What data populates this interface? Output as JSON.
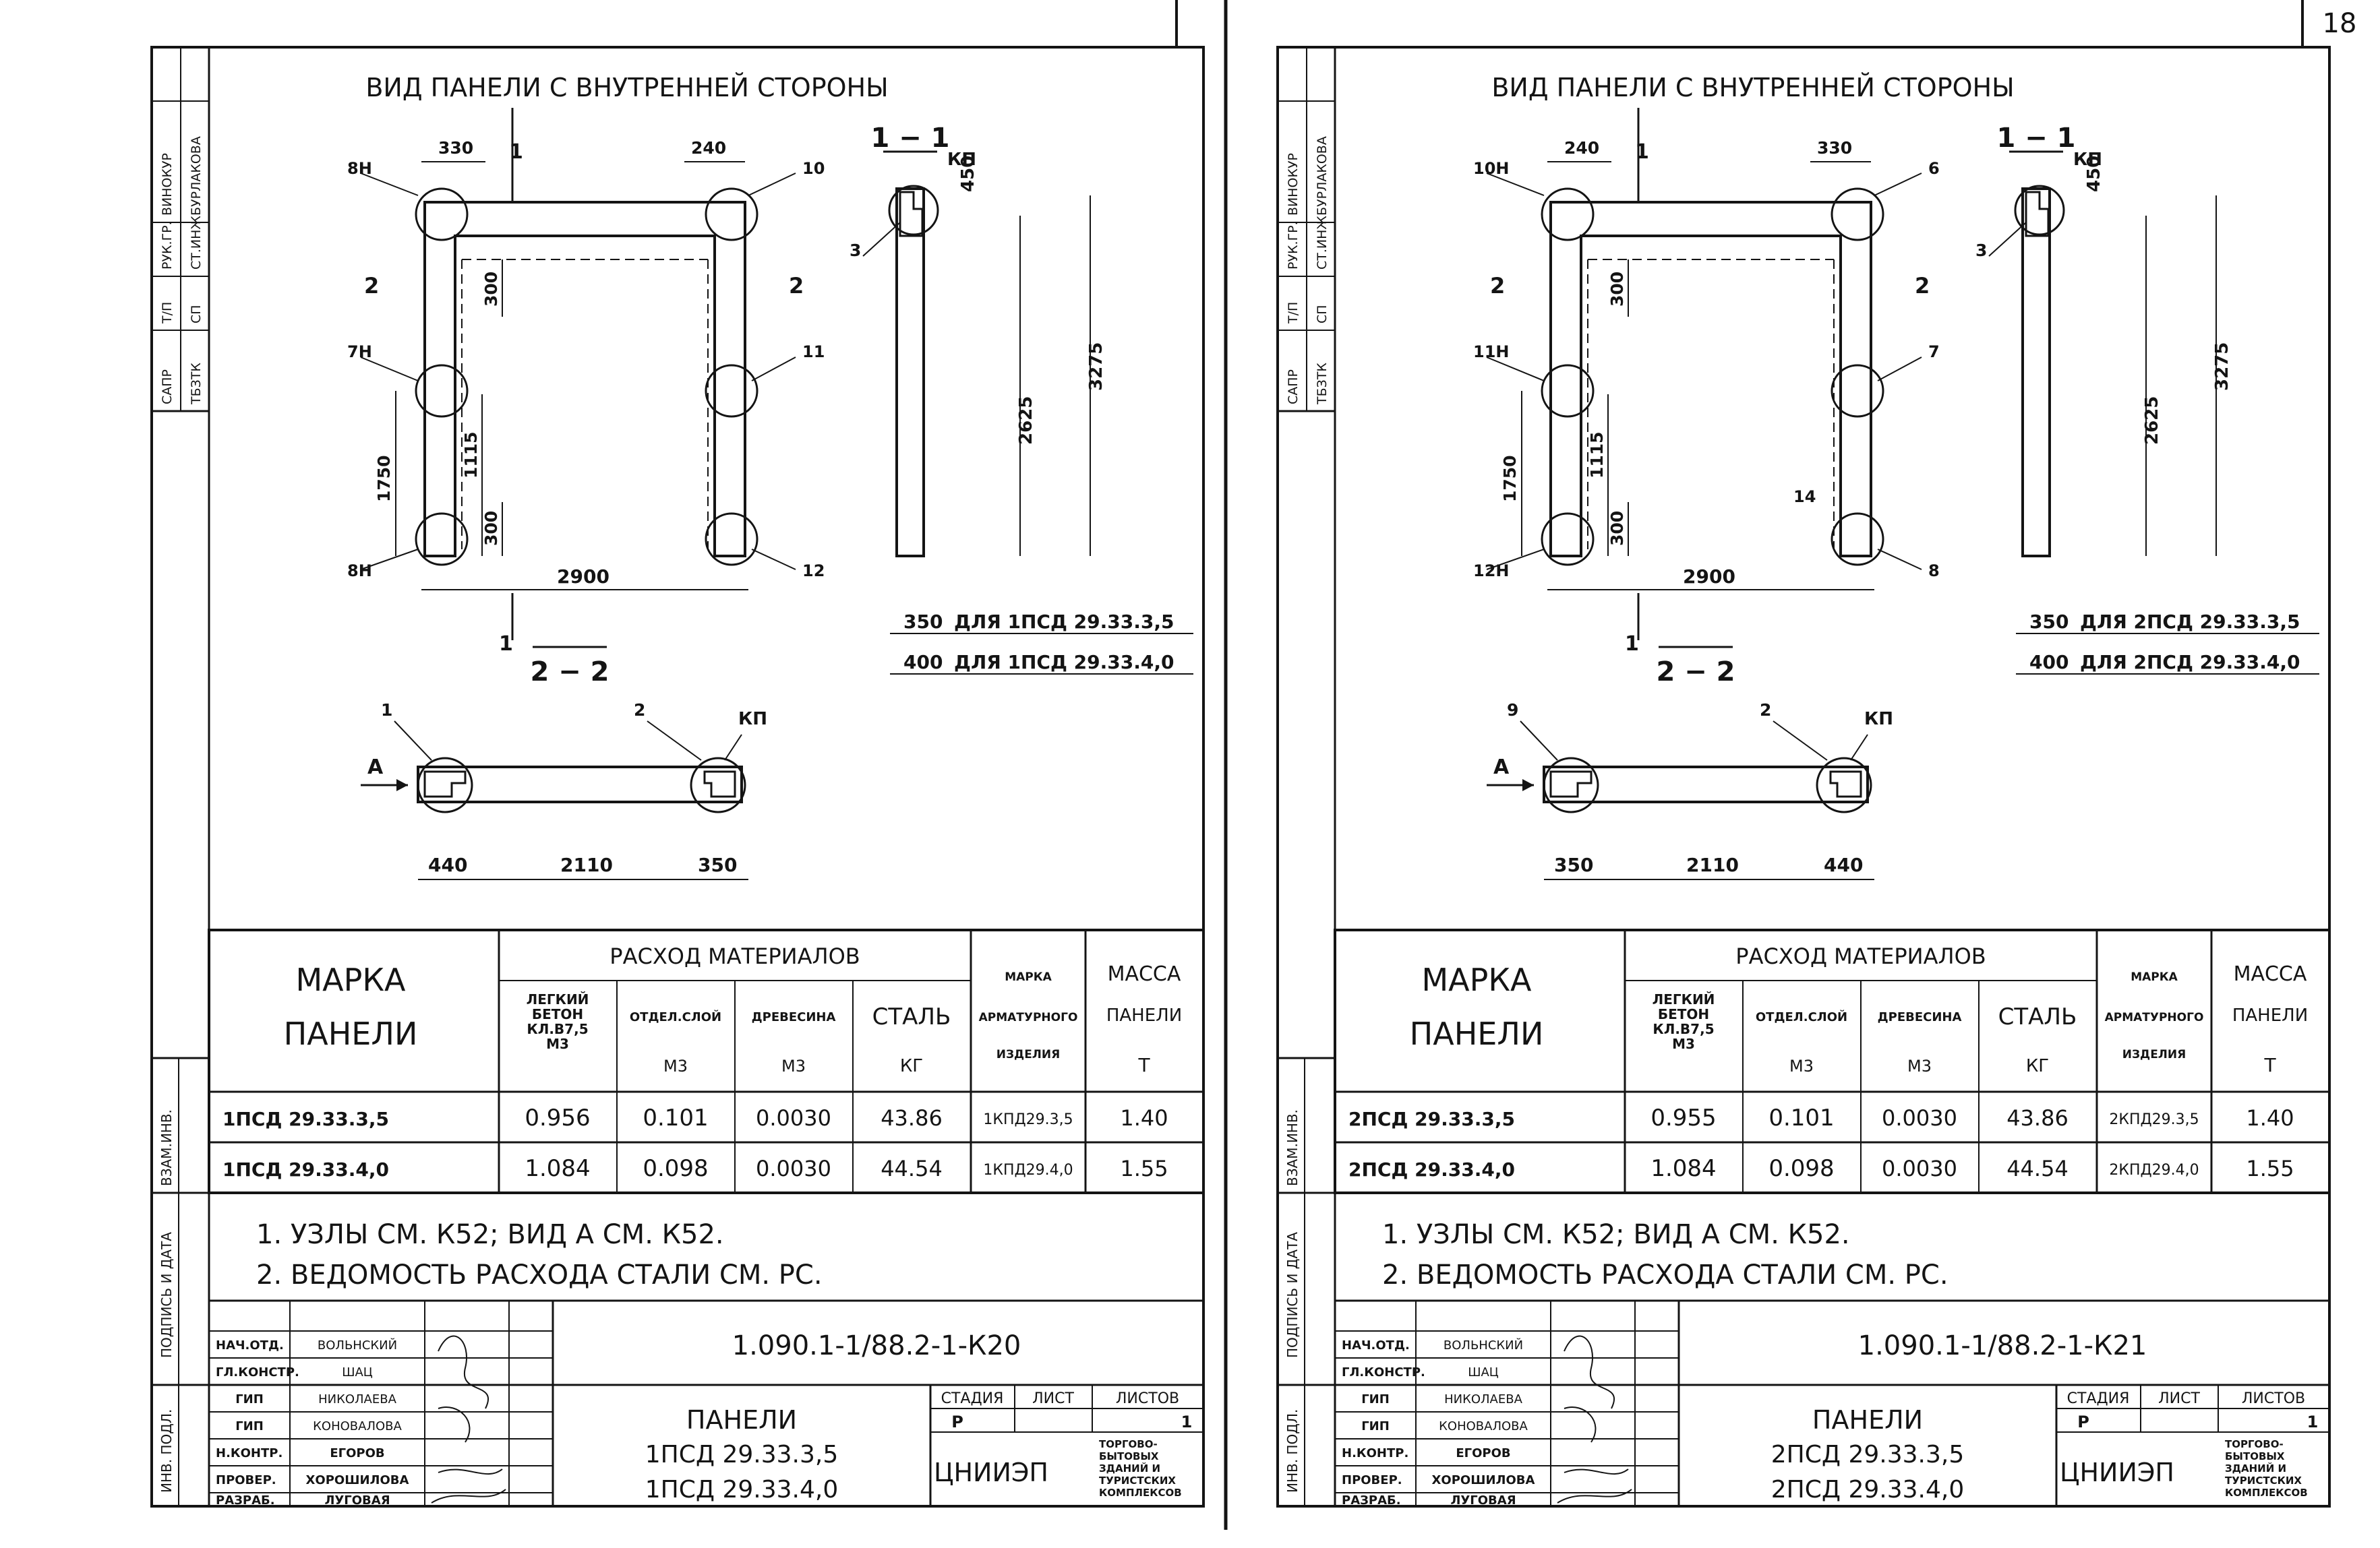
{
  "page_number": "18",
  "sheets": [
    {
      "title": "ВИД ПАНЕЛИ С ВНУТРЕННЕЙ СТОРОНЫ",
      "stamp": {
        "row1": [
          "САПР",
          "Т/П",
          "РУК.ГР.",
          "ВИНОКУР"
        ],
        "row2": [
          "ТБЗТК",
          "СП",
          "СТ.ИНЖ",
          "БУРЛАКОВА"
        ]
      },
      "elev_dims": {
        "top_left": "330",
        "top_right": "240",
        "d300a": "300",
        "d300b": "300",
        "d1115": "1115",
        "d1750": "1750",
        "width": "2900"
      },
      "elev_nodes": {
        "tl": "8Н",
        "tr": "10",
        "ml": "7Н",
        "mr": "11",
        "bl": "8Н",
        "br": "12",
        "extra": ""
      },
      "cut_mark": "1",
      "cut_mark2": "2",
      "section_11": {
        "label": "1 − 1",
        "kp": "КП",
        "num": "3",
        "d450": "450",
        "d2625": "2625",
        "d3275": "3275"
      },
      "notes_thickness": [
        {
          "dim": "350",
          "text": "ДЛЯ 1ПСД 29.33.3,5"
        },
        {
          "dim": "400",
          "text": "ДЛЯ 1ПСД 29.33.4,0"
        }
      ],
      "section_22": {
        "label": "2 − 2",
        "n_left": "1",
        "n_right": "2",
        "kp": "КП",
        "arrow": "А",
        "d_left": "440",
        "d_mid": "2110",
        "d_right": "350"
      },
      "table": {
        "h_mark": [
          "МАРКА",
          "ПАНЕЛИ"
        ],
        "h_group": "РАСХОД МАТЕРИАЛОВ",
        "h_cols": [
          [
            "ЛЕГКИЙ",
            "БЕТОН",
            "КЛ.В7,5",
            "М3"
          ],
          [
            "ОТДЕЛ.СЛОЙ",
            "М3"
          ],
          [
            "ДРЕВЕСИНА",
            "М3"
          ],
          [
            "СТАЛЬ",
            "КГ"
          ]
        ],
        "h_arm": [
          "МАРКА",
          "АРМАТУРНОГО",
          "ИЗДЕЛИЯ"
        ],
        "h_mass": [
          "МАССА",
          "ПАНЕЛИ",
          "Т"
        ],
        "rows": [
          [
            "1ПСД 29.33.3,5",
            "0.956",
            "0.101",
            "0.0030",
            "43.86",
            "1КПД29.3,5",
            "1.40"
          ],
          [
            "1ПСД 29.33.4,0",
            "1.084",
            "0.098",
            "0.0030",
            "44.54",
            "1КПД29.4,0",
            "1.55"
          ]
        ]
      },
      "notes": [
        "1. УЗЛЫ СМ. К52; ВИД А СМ. К52.",
        "2. ВЕДОМОСТЬ РАСХОДА СТАЛИ СМ. РС."
      ],
      "side_labels": [
        "ВЗАМ.ИНВ.",
        "ПОДПИСЬ И ДАТА",
        "ИНВ. ПОДЛ."
      ],
      "title_block": {
        "code": "1.090.1-1/88.2-1-К20",
        "roles": [
          [
            "НАЧ.ОТД.",
            "ВОЛЬНСКИЙ"
          ],
          [
            "ГЛ.КОНСТР.",
            "ШАЦ"
          ],
          [
            "ГИП",
            "НИКОЛАЕВА"
          ],
          [
            "ГИП",
            "КОНОВАЛОВА"
          ],
          [
            "Н.КОНТР.",
            "ЕГОРОВ"
          ],
          [
            "ПРОВЕР.",
            "ХОРОШИЛОВА"
          ],
          [
            "РАЗРАБ.",
            "ЛУГОВАЯ"
          ]
        ],
        "name": [
          "ПАНЕЛИ",
          "1ПСД 29.33.3,5",
          "1ПСД 29.33.4,0"
        ],
        "stage_h": [
          "СТАДИЯ",
          "ЛИСТ",
          "ЛИСТОВ"
        ],
        "stage_v": [
          "Р",
          "",
          "1"
        ],
        "org": "ЦНИИЭП",
        "org_sub": [
          "ТОРГОВО-",
          "БЫТОВЫХ",
          "ЗДАНИЙ И",
          "ТУРИСТСКИХ",
          "КОМПЛЕКСОВ"
        ]
      }
    },
    {
      "title": "ВИД ПАНЕЛИ С ВНУТРЕННЕЙ СТОРОНЫ",
      "stamp": {
        "row1": [
          "САПР",
          "Т/П",
          "РУК.ГР.",
          "ВИНОКУР"
        ],
        "row2": [
          "ТБЗТК",
          "СП",
          "СТ.ИНЖ",
          "БУРЛАКОВА"
        ]
      },
      "elev_dims": {
        "top_left": "240",
        "top_right": "330",
        "d300a": "300",
        "d300b": "300",
        "d1115": "1115",
        "d1750": "1750",
        "width": "2900"
      },
      "elev_nodes": {
        "tl": "10Н",
        "tr": "6",
        "ml": "11Н",
        "mr": "7",
        "bl": "12Н",
        "br": "8",
        "extra": "14"
      },
      "cut_mark": "1",
      "cut_mark2": "2",
      "section_11": {
        "label": "1 − 1",
        "kp": "КП",
        "num": "3",
        "d450": "450",
        "d2625": "2625",
        "d3275": "3275"
      },
      "notes_thickness": [
        {
          "dim": "350",
          "text": "ДЛЯ 2ПСД 29.33.3,5"
        },
        {
          "dim": "400",
          "text": "ДЛЯ 2ПСД 29.33.4,0"
        }
      ],
      "section_22": {
        "label": "2 − 2",
        "n_left": "9",
        "n_right": "2",
        "kp": "КП",
        "arrow": "А",
        "d_left": "350",
        "d_mid": "2110",
        "d_right": "440"
      },
      "table": {
        "h_mark": [
          "МАРКА",
          "ПАНЕЛИ"
        ],
        "h_group": "РАСХОД МАТЕРИАЛОВ",
        "h_cols": [
          [
            "ЛЕГКИЙ",
            "БЕТОН",
            "КЛ.В7,5",
            "М3"
          ],
          [
            "ОТДЕЛ.СЛОЙ",
            "М3"
          ],
          [
            "ДРЕВЕСИНА",
            "М3"
          ],
          [
            "СТАЛЬ",
            "КГ"
          ]
        ],
        "h_arm": [
          "МАРКА",
          "АРМАТУРНОГО",
          "ИЗДЕЛИЯ"
        ],
        "h_mass": [
          "МАССА",
          "ПАНЕЛИ",
          "Т"
        ],
        "rows": [
          [
            "2ПСД 29.33.3,5",
            "0.955",
            "0.101",
            "0.0030",
            "43.86",
            "2КПД29.3,5",
            "1.40"
          ],
          [
            "2ПСД 29.33.4,0",
            "1.084",
            "0.098",
            "0.0030",
            "44.54",
            "2КПД29.4,0",
            "1.55"
          ]
        ]
      },
      "notes": [
        "1. УЗЛЫ СМ. К52; ВИД А СМ. К52.",
        "2. ВЕДОМОСТЬ РАСХОДА СТАЛИ СМ. РС."
      ],
      "side_labels": [
        "ВЗАМ.ИНВ.",
        "ПОДПИСЬ И ДАТА",
        "ИНВ. ПОДЛ."
      ],
      "title_block": {
        "code": "1.090.1-1/88.2-1-К21",
        "roles": [
          [
            "НАЧ.ОТД.",
            "ВОЛЬНСКИЙ"
          ],
          [
            "ГЛ.КОНСТР.",
            "ШАЦ"
          ],
          [
            "ГИП",
            "НИКОЛАЕВА"
          ],
          [
            "ГИП",
            "КОНОВАЛОВА"
          ],
          [
            "Н.КОНТР.",
            "ЕГОРОВ"
          ],
          [
            "ПРОВЕР.",
            "ХОРОШИЛОВА"
          ],
          [
            "РАЗРАБ.",
            "ЛУГОВАЯ"
          ]
        ],
        "name": [
          "ПАНЕЛИ",
          "2ПСД 29.33.3,5",
          "2ПСД 29.33.4,0"
        ],
        "stage_h": [
          "СТАДИЯ",
          "ЛИСТ",
          "ЛИСТОВ"
        ],
        "stage_v": [
          "Р",
          "",
          "1"
        ],
        "org": "ЦНИИЭП",
        "org_sub": [
          "ТОРГОВО-",
          "БЫТОВЫХ",
          "ЗДАНИЙ И",
          "ТУРИСТСКИХ",
          "КОМПЛЕКСОВ"
        ]
      }
    }
  ]
}
